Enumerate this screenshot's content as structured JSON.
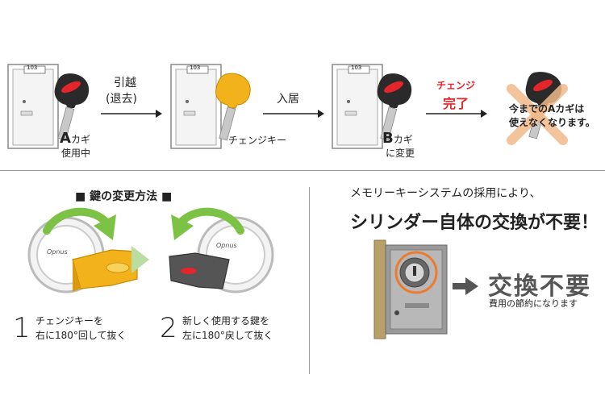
{
  "top": {
    "door_number": "103",
    "arrow1_label_line1": "引越",
    "arrow1_label_line2": "(退去)",
    "arrow2_label": "入居",
    "arrow3_label_top": "チェンジ",
    "arrow3_label_bottom": "完了",
    "key_a_letter": "A",
    "key_a_suffix": "カギ",
    "key_a_status": "使用中",
    "change_key_label": "チェンジキー",
    "key_b_letter": "B",
    "key_b_suffix": "カギ",
    "key_b_status": "に変更",
    "final_line1": "今までのAカギは",
    "final_line2": "使えなくなります。"
  },
  "left_section": {
    "title": "■ 鍵の変更方法 ■",
    "brand": "Opnus",
    "step1_num": "1",
    "step1_line1": "チェンジキーを",
    "step1_line2": "右に180°回して抜く",
    "step2_num": "2",
    "step2_line1": "新しく使用する鍵を",
    "step2_line2": "左に180°戻して抜く"
  },
  "right_section": {
    "line1": "メモリーキーシステムの採用により、",
    "line2": "シリンダー自体の交換が不要！",
    "big_label": "交換不要",
    "small_label": "費用の節約になります"
  },
  "colors": {
    "red": "#e4252a",
    "yellow_key": "#f2b21b",
    "green_arrow": "#7cc244",
    "orange_circle": "#ee7a2e",
    "black_key": "#2a2a2a"
  }
}
